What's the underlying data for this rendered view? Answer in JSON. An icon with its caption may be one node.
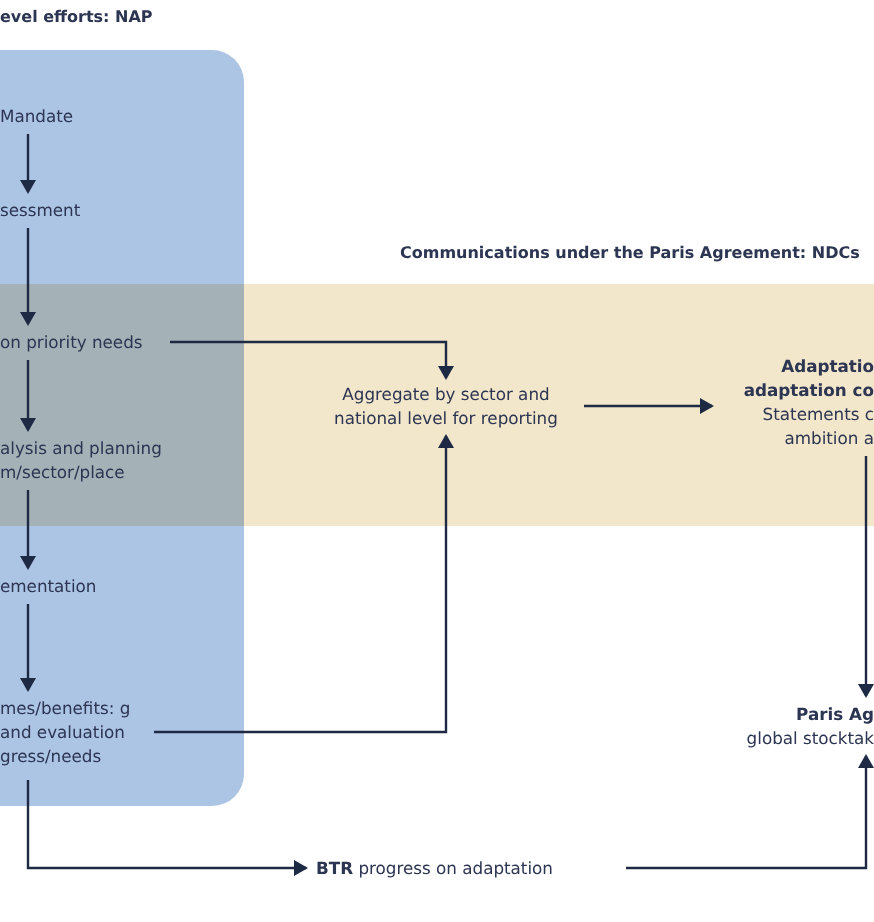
{
  "diagram": {
    "nodes": [
      {
        "text": [
          "evel efforts: NAP"
        ]
      },
      {
        "text": [
          "Mandate"
        ],
        "in": 0
      },
      {
        "text": [
          "sessment"
        ],
        "in": 0
      },
      {
        "text": [
          "on priority needs"
        ]
      },
      {
        "text": [
          "alysis and planning m/sector/place"
        ]
      },
      {
        "text": [
          "ementation"
        ],
        "in": 0
      },
      {
        "text": [
          "mes/benefits: g and evaluation gress/needs"
        ],
        "in": 0
      },
      {
        "text": [
          "Communications under the Paris Agreement: NDCs"
        ]
      },
      {
        "text": [
          "Aggregate by sector and national level for reporting"
        ],
        "in": 7
      },
      {
        "text": [
          "Adaptatio adaptation co",
          "Statements c ambition a"
        ],
        "in": 7
      },
      {
        "text": [
          "**BTR** progress on adaptation"
        ]
      },
      {
        "text": [
          "Paris Ag",
          "global stocktak"
        ]
      }
    ],
    "edges": [
      {
        "from": 1,
        "to": 2,
        "arrow": "to"
      },
      {
        "from": 2,
        "to": 3,
        "arrow": "to"
      },
      {
        "from": 3,
        "to": 4,
        "arrow": "to"
      },
      {
        "from": 4,
        "to": 5,
        "arrow": "to"
      },
      {
        "from": 5,
        "to": 6,
        "arrow": "to"
      },
      {
        "from": 3,
        "to": 8,
        "arrow": "to"
      },
      {
        "from": 6,
        "to": 8,
        "arrow": "to"
      },
      {
        "from": 8,
        "to": 9,
        "arrow": "to"
      },
      {
        "from": 6,
        "to": 10,
        "arrow": "to"
      },
      {
        "from": 10,
        "to": 11,
        "arrow": "to"
      },
      {
        "from": 9,
        "to": 11,
        "arrow": "to"
      }
    ]
  }
}
